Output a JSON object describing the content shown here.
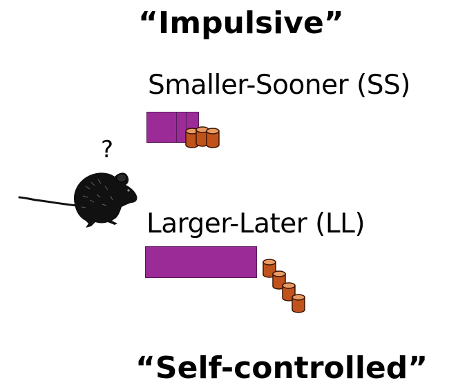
{
  "headings": {
    "top": "“Impulsive”",
    "bottom": "“Self-controlled”"
  },
  "options": {
    "smaller_sooner": {
      "label": "Smaller-Sooner (SS)",
      "pellet_count": 3
    },
    "larger_later": {
      "label": "Larger-Later (LL)",
      "pellet_count": 4
    }
  },
  "subject": {
    "icon": "rat-icon",
    "thought": "?"
  },
  "colors": {
    "delay_bar": "#9b2b96",
    "delay_bar_border": "#5a1a5c",
    "pellet": "#c0531c",
    "pellet_top": "#e89a64",
    "pellet_outline": "#3a1200",
    "rat": "#111111",
    "text": "#000000"
  }
}
